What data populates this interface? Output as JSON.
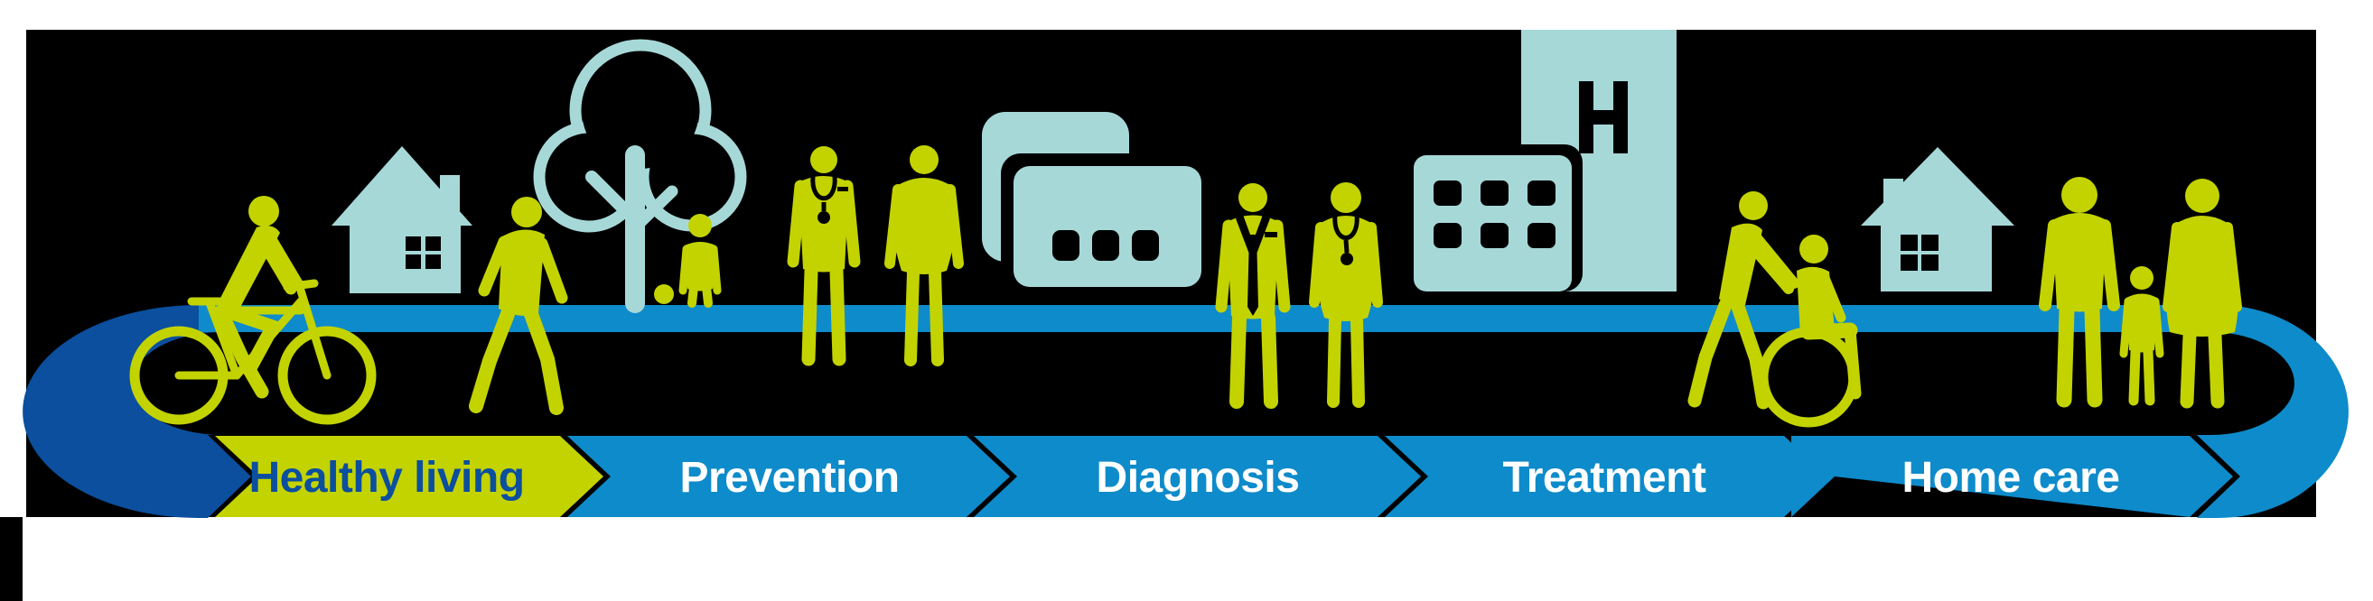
{
  "figure": {
    "name": "Health continuum infographic",
    "description": "Five-stage care cycle banner with pictogram scenes above each stage"
  },
  "colors": {
    "lime": "#c3d300",
    "teal": "#a7d8d8",
    "azure": "#0e8bca",
    "navy": "#0b4f9e",
    "white": "#ffffff",
    "black": "#000000"
  },
  "stages": [
    {
      "id": "healthy-living",
      "label": "Healthy living",
      "banner_color": "#c3d300",
      "label_color": "#0b4f9e"
    },
    {
      "id": "prevention",
      "label": "Prevention",
      "banner_color": "#0e8bca",
      "label_color": "#ffffff"
    },
    {
      "id": "diagnosis",
      "label": "Diagnosis",
      "banner_color": "#0e8bca",
      "label_color": "#ffffff"
    },
    {
      "id": "treatment",
      "label": "Treatment",
      "banner_color": "#0e8bca",
      "label_color": "#ffffff"
    },
    {
      "id": "home-care",
      "label": "Home care",
      "banner_color": "#0e8bca",
      "label_color": "#ffffff"
    }
  ],
  "icons": [
    "cyclist-icon",
    "house-icon",
    "walking-person-icon",
    "tree-icon",
    "child-with-ball-icon",
    "doctor-stethoscope-icon",
    "woman-icon",
    "medical-device-icon",
    "doctor-suit-icon",
    "nurse-stethoscope-icon",
    "hospital-icon",
    "caregiver-icon",
    "wheelchair-person-icon",
    "family-icon",
    "second-house-icon",
    "continuum-loop"
  ]
}
